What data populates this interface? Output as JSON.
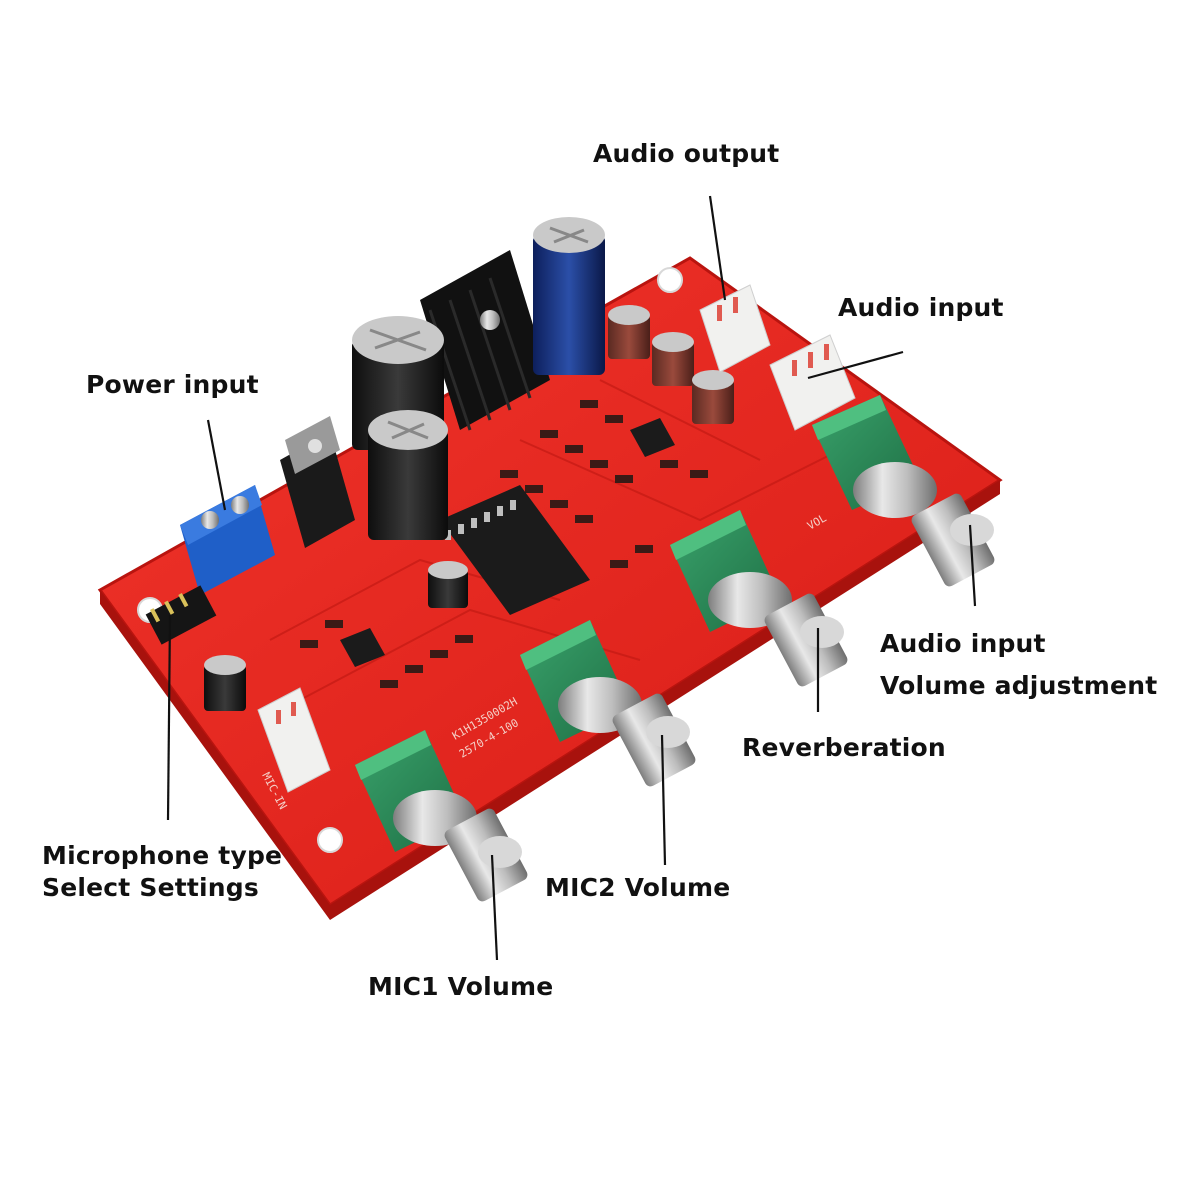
{
  "labels": {
    "audio_output": "Audio output",
    "audio_input": "Audio input",
    "power_input": "Power input",
    "audio_input_volume_line1": "Audio input",
    "audio_input_volume_line2": "Volume adjustment",
    "reverberation": "Reverberation",
    "mic_type_line1": "Microphone type",
    "mic_type_line2": "Select Settings",
    "mic2_volume": "MIC2 Volume",
    "mic1_volume": "MIC1 Volume"
  },
  "colors": {
    "board": "#e8231d",
    "knob_base": "#2e8b5a",
    "capacitor": "#1b1b1b",
    "terminal": "#1f5fc8"
  }
}
